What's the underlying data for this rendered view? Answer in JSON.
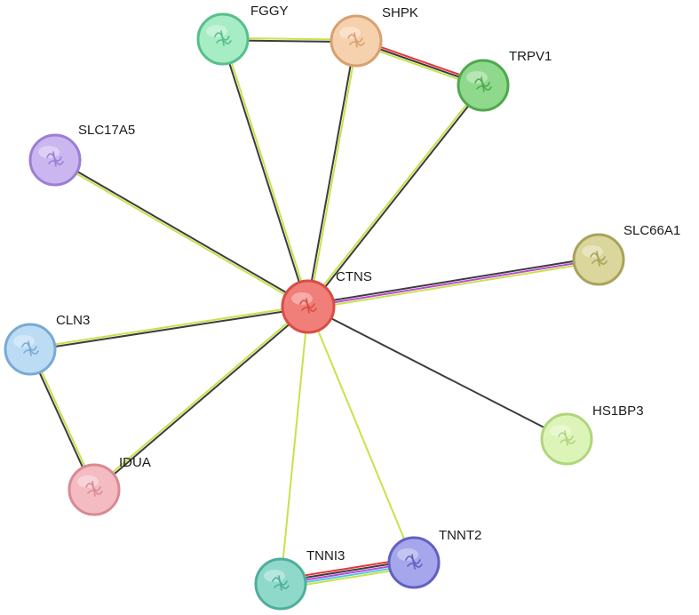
{
  "nodes": [
    {
      "id": "CTNS",
      "label": "CTNS",
      "color": "#f07f7a",
      "stroke": "#d94c45",
      "center": true
    },
    {
      "id": "FGGY",
      "label": "FGGY",
      "color": "#a6ecc4",
      "stroke": "#56c08a"
    },
    {
      "id": "SHPK",
      "label": "SHPK",
      "color": "#f6d1ae",
      "stroke": "#d9a070"
    },
    {
      "id": "TRPV1",
      "label": "TRPV1",
      "color": "#8fd98d",
      "stroke": "#4fa84d"
    },
    {
      "id": "SLC17A5",
      "label": "SLC17A5",
      "color": "#cbb6f0",
      "stroke": "#9a7fd4"
    },
    {
      "id": "SLC66A1",
      "label": "SLC66A1",
      "color": "#dad69c",
      "stroke": "#a8a35a"
    },
    {
      "id": "CLN3",
      "label": "CLN3",
      "color": "#bcdcf6",
      "stroke": "#7aa9d4"
    },
    {
      "id": "HS1BP3",
      "label": "HS1BP3",
      "color": "#ddf4b8",
      "stroke": "#b0d67c"
    },
    {
      "id": "IDUA",
      "label": "IDUA",
      "color": "#f4bcc2",
      "stroke": "#d98a93"
    },
    {
      "id": "TNNI3",
      "label": "TNNI3",
      "color": "#8fd9cb",
      "stroke": "#4fae9d"
    },
    {
      "id": "TNNT2",
      "label": "TNNT2",
      "color": "#a6a6ec",
      "stroke": "#6161c0"
    }
  ],
  "edges": [
    {
      "from": "FGGY",
      "to": "SHPK",
      "evidence": [
        "textmining",
        "coexpression"
      ]
    },
    {
      "from": "SHPK",
      "to": "TRPV1",
      "evidence": [
        "fusion",
        "coexpression",
        "textmining"
      ]
    },
    {
      "from": "FGGY",
      "to": "CTNS",
      "evidence": [
        "textmining",
        "coexpression"
      ]
    },
    {
      "from": "SHPK",
      "to": "CTNS",
      "evidence": [
        "textmining",
        "coexpression"
      ]
    },
    {
      "from": "TRPV1",
      "to": "CTNS",
      "evidence": [
        "coexpression",
        "textmining"
      ]
    },
    {
      "from": "SLC17A5",
      "to": "CTNS",
      "evidence": [
        "coexpression",
        "textmining"
      ]
    },
    {
      "from": "SLC66A1",
      "to": "CTNS",
      "evidence": [
        "textmining",
        "homology",
        "coexpression"
      ]
    },
    {
      "from": "CLN3",
      "to": "CTNS",
      "evidence": [
        "textmining",
        "coexpression"
      ]
    },
    {
      "from": "HS1BP3",
      "to": "CTNS",
      "evidence": [
        "coexpression"
      ]
    },
    {
      "from": "IDUA",
      "to": "CTNS",
      "evidence": [
        "textmining",
        "coexpression"
      ]
    },
    {
      "from": "TNNI3",
      "to": "CTNS",
      "evidence": [
        "textmining"
      ]
    },
    {
      "from": "TNNT2",
      "to": "CTNS",
      "evidence": [
        "textmining"
      ]
    },
    {
      "from": "CLN3",
      "to": "IDUA",
      "evidence": [
        "textmining",
        "coexpression"
      ]
    },
    {
      "from": "TNNI3",
      "to": "TNNT2",
      "evidence": [
        "fusion",
        "coexpression",
        "homology",
        "database",
        "textmining"
      ]
    }
  ],
  "evidence_colors": {
    "textmining": "#c6e34a",
    "coexpression": "#3c3c3c",
    "fusion": "#e8343c",
    "homology": "#b94bd8",
    "database": "#4ec8e6"
  }
}
